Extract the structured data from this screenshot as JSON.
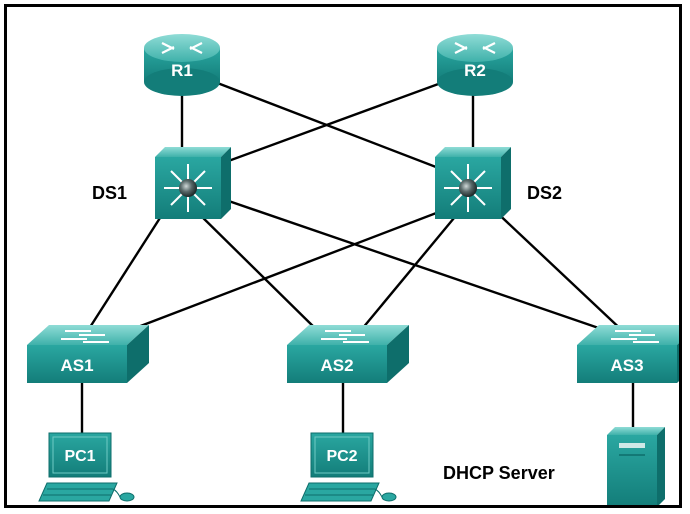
{
  "routers": [
    {
      "id": "r1",
      "label": "R1"
    },
    {
      "id": "r2",
      "label": "R2"
    }
  ],
  "distribution_switches": [
    {
      "id": "ds1",
      "label": "DS1"
    },
    {
      "id": "ds2",
      "label": "DS2"
    }
  ],
  "access_switches": [
    {
      "id": "as1",
      "label": "AS1"
    },
    {
      "id": "as2",
      "label": "AS2"
    },
    {
      "id": "as3",
      "label": "AS3"
    }
  ],
  "pcs": [
    {
      "id": "pc1",
      "label": "PC1"
    },
    {
      "id": "pc2",
      "label": "PC2"
    }
  ],
  "server": {
    "id": "dhcp",
    "label": "DHCP Server"
  },
  "links": [
    [
      "r1",
      "ds1"
    ],
    [
      "r1",
      "ds2"
    ],
    [
      "r2",
      "ds1"
    ],
    [
      "r2",
      "ds2"
    ],
    [
      "ds1",
      "as1"
    ],
    [
      "ds1",
      "as2"
    ],
    [
      "ds1",
      "as3"
    ],
    [
      "ds2",
      "as1"
    ],
    [
      "ds2",
      "as2"
    ],
    [
      "ds2",
      "as3"
    ],
    [
      "as1",
      "pc1"
    ],
    [
      "as2",
      "pc2"
    ],
    [
      "as3",
      "dhcp"
    ]
  ],
  "colors": {
    "device": "#1e9a96",
    "device_dark": "#0e6e6b",
    "device_light": "#6fcac4",
    "link": "#000000"
  }
}
